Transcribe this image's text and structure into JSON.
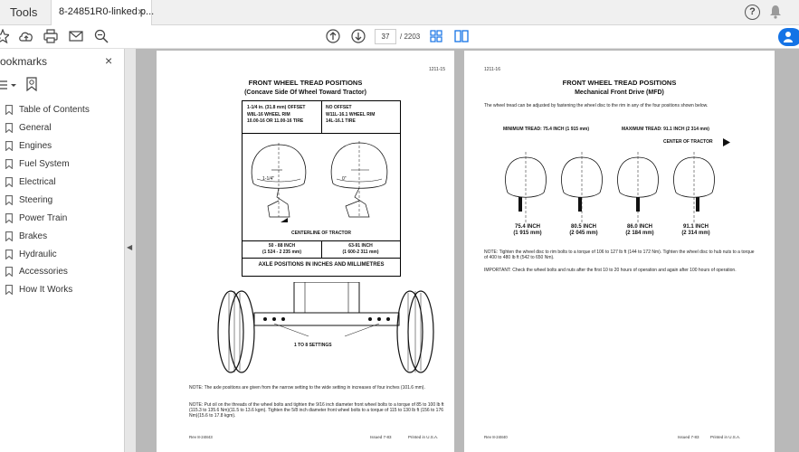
{
  "app": {
    "tools_label": "Tools",
    "tab_title": "8-24851R0-linked p...",
    "tab_close": "×",
    "help_label": "?"
  },
  "toolbar": {
    "current_page": "37",
    "page_total": "/  2203"
  },
  "sidebar": {
    "title": "ookmarks",
    "close": "×",
    "items": [
      {
        "label": "Table of Contents"
      },
      {
        "label": "General"
      },
      {
        "label": "Engines"
      },
      {
        "label": "Fuel System"
      },
      {
        "label": "Electrical"
      },
      {
        "label": "Steering"
      },
      {
        "label": "Power Train"
      },
      {
        "label": "Brakes"
      },
      {
        "label": "Hydraulic"
      },
      {
        "label": "Accessories"
      },
      {
        "label": "How It Works"
      }
    ]
  },
  "page1": {
    "page_number": "1211-15",
    "title": "FRONT WHEEL TREAD POSITIONS",
    "subtitle": "(Concave Side Of Wheel Toward Tractor)",
    "left_header": [
      "1-1/4 in. (31.8 mm) OFFSET",
      "W8L-16 WHEEL RIM",
      "10.00-16 OR 11.00-16 TIRE"
    ],
    "right_header": [
      "NO OFFSET",
      "W11L-16.1 WHEEL RIM",
      "14L-16.1 TIRE"
    ],
    "left_offset": "1-1/4\"",
    "right_offset": "0\"",
    "centerline": "CENTERLINE OF TRACTOR",
    "left_range": [
      "50 - 88 INCH",
      "(1 524 - 2 235 mm)"
    ],
    "right_range": [
      "63-91 INCH",
      "(1 600-2 311 mm)"
    ],
    "caption": "AXLE POSITIONS IN INCHES AND MILLIMETRES",
    "settings_label": "1 TO 8 SETTINGS",
    "note1": "NOTE: The axle positions are given from the narrow setting to the wide setting in increases of four inches (101.6 mm).",
    "note2": "NOTE: Put oil on the threads of the wheel bolts and tighten the 9/16 inch diameter front wheel bolts to a torque of 85 to 100 lb ft (115.3 to 135.6 Nm)(11.5 to 13.6 kgm). Tighten the 5/8 inch diameter front wheel bolts to a torque of 115 to 130 lb ft (156 to 176 Nm)(15.6 to 17.8 kgm).",
    "footer_left": "Rev 8-24843",
    "footer_issued": "Issued 7-83",
    "footer_printed": "Printed in U.S.A."
  },
  "page2": {
    "page_number": "1211-16",
    "title": "FRONT WHEEL TREAD POSITIONS",
    "subtitle": "Mechanical Front Drive (MFD)",
    "intro": "The wheel tread can be adjusted by fastening the wheel disc to the rim in any of the four positions shown below.",
    "min_tread": "MINIMUM TREAD: 75.4 INCH (1 915 mm)",
    "max_tread": "MAXIMUM TREAD: 91.1 INCH (2 314 mm)",
    "center": "CENTER OF TRACTOR",
    "treads": [
      {
        "inch": "75.4 INCH",
        "mm": "(1 915 mm)"
      },
      {
        "inch": "80.5 INCH",
        "mm": "(2 045 mm)"
      },
      {
        "inch": "86.0 INCH",
        "mm": "(2 184 mm)"
      },
      {
        "inch": "91.1 INCH",
        "mm": "(2 314 mm)"
      }
    ],
    "note": "NOTE: Tighten the wheel disc to rim bolts to a torque of 106 to 127 lb ft (144 to 172 Nm). Tighten the wheel disc to hub nuts to a torque of 400 to 480 lb ft (542 to 650 Nm).",
    "important": "IMPORTANT: Check the wheel bolts and nuts after the first 10 to 20 hours of operation and again after 100 hours of operation.",
    "footer_left": "Rev 8-24840",
    "footer_issued": "Issued 7-83",
    "footer_printed": "Printed in U.S.A."
  }
}
